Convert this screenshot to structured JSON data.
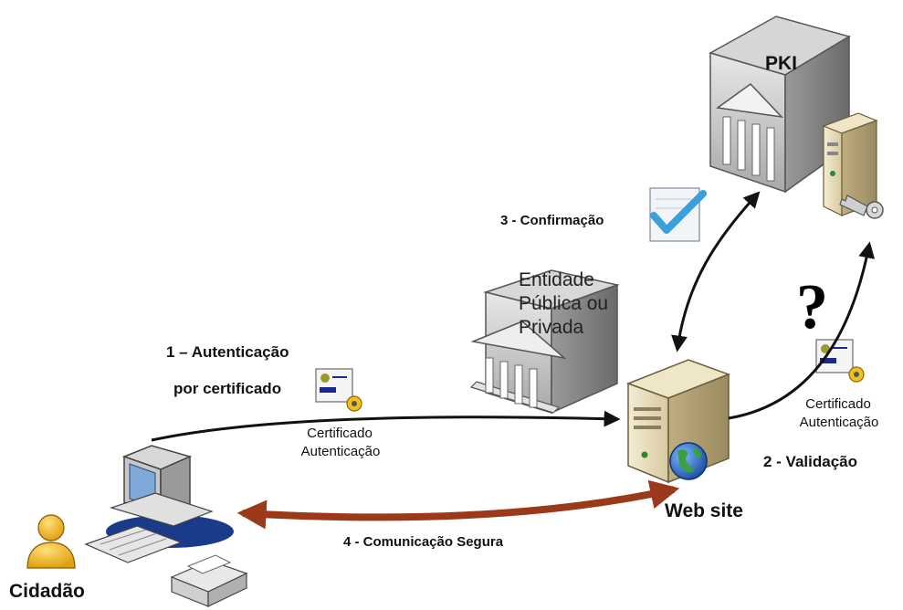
{
  "nodes": {
    "pki": "PKI",
    "entity": [
      "Entidade",
      "Pública ou",
      "Privada"
    ],
    "website": "Web site",
    "citizen": "Cidadão"
  },
  "steps": {
    "auth_line1": "1 – Autenticação",
    "auth_line2": "por certificado",
    "validation": "2 - Validação",
    "confirmation": "3 - Confirmação",
    "secure_comm": "4 - Comunicação Segura"
  },
  "certificates": {
    "left": [
      "Certificado",
      "Autenticação"
    ],
    "right": [
      "Certificado",
      "Autenticação"
    ]
  },
  "symbols": {
    "question": "?"
  },
  "colors": {
    "secure_arrow": "#9a3a1a",
    "flow_arrow": "#111111",
    "globe": "#2a5fb0",
    "check": "#3aa0d8"
  }
}
